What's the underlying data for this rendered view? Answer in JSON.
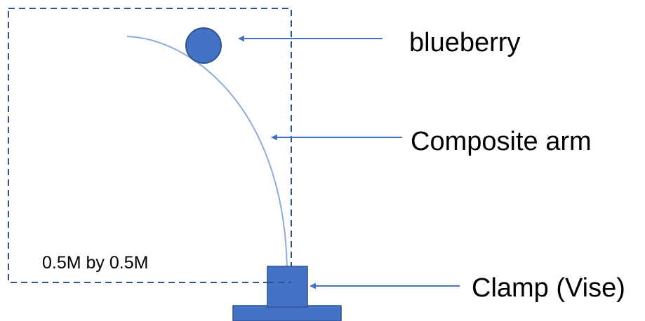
{
  "labels": {
    "blueberry": "blueberry",
    "composite_arm": "Composite arm",
    "clamp": "Clamp (Vise)",
    "area": "0.5M by 0.5M"
  },
  "colors": {
    "shape_fill": "#4472C4",
    "shape_stroke": "#2F528F",
    "arrow": "#4472C4",
    "arm_line": "#8FAADC",
    "dashed_box": "#2F528F",
    "text": "#000000"
  }
}
